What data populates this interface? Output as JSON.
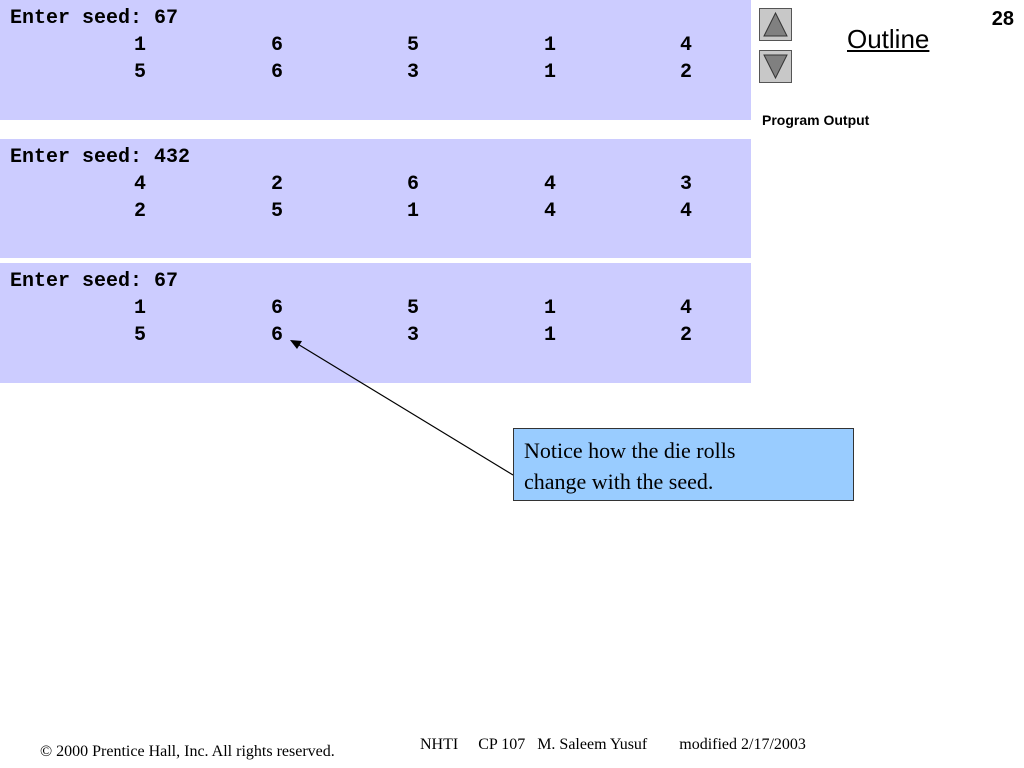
{
  "slide_number": "28",
  "outline_link": "Outline",
  "section_label": "Program Output",
  "runs": [
    {
      "seed_line": "Enter seed: 67",
      "rows": [
        [
          "1",
          "6",
          "5",
          "1",
          "4"
        ],
        [
          "5",
          "6",
          "3",
          "1",
          "2"
        ]
      ]
    },
    {
      "seed_line": "Enter seed: 432",
      "rows": [
        [
          "4",
          "2",
          "6",
          "4",
          "3"
        ],
        [
          "2",
          "5",
          "1",
          "4",
          "4"
        ]
      ]
    },
    {
      "seed_line": "Enter seed: 67",
      "rows": [
        [
          "1",
          "6",
          "5",
          "1",
          "4"
        ],
        [
          "5",
          "6",
          "3",
          "1",
          "2"
        ]
      ]
    }
  ],
  "callout": {
    "line1": "Notice how the die rolls",
    "line2": "change with the seed."
  },
  "footer": {
    "copyright": "© 2000 Prentice Hall, Inc.  All rights reserved.",
    "course": "NHTI     CP 107   M. Saleem Yusuf        modified 2/17/2003"
  },
  "nav": {
    "up_icon": "triangle-up-icon",
    "down_icon": "triangle-down-icon"
  },
  "colors": {
    "output_background": "#ccccff",
    "callout_background": "#99ccff"
  }
}
